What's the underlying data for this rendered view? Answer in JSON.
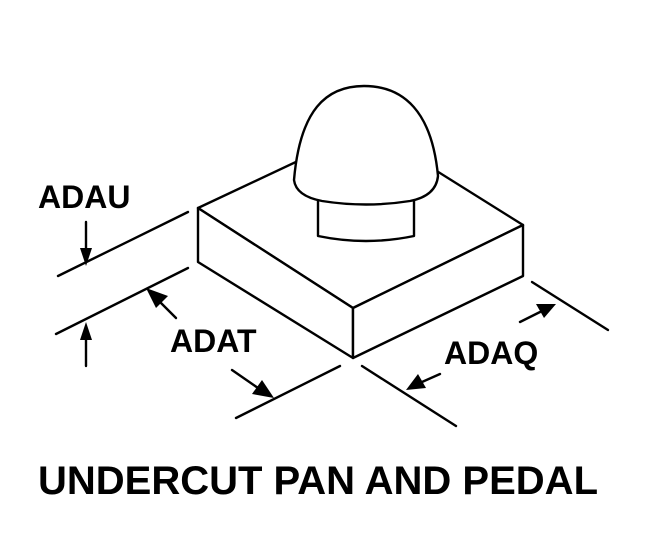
{
  "diagram": {
    "caption": "UNDERCUT PAN AND PEDAL",
    "dimensions": {
      "height_label": "ADAU",
      "depth_label": "ADAT",
      "width_label": "ADAQ"
    }
  }
}
